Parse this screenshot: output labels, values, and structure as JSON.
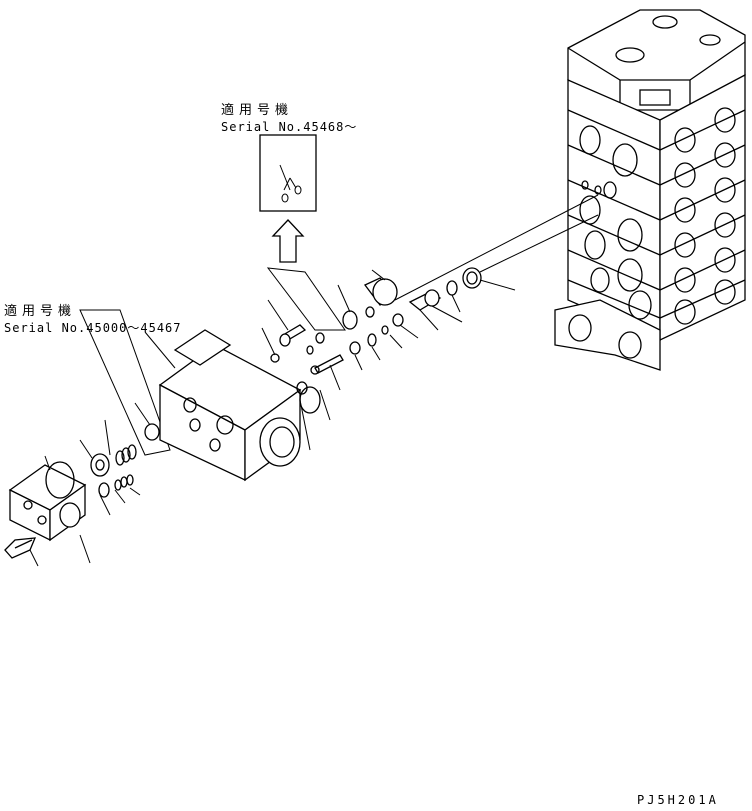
{
  "diagram": {
    "applicable_label_1": "適用号機",
    "serial_1": "Serial No.45468～",
    "applicable_label_2": "適用号機",
    "serial_2": "Serial No.45000～45467",
    "drawing_code": "PJ5H201A"
  }
}
